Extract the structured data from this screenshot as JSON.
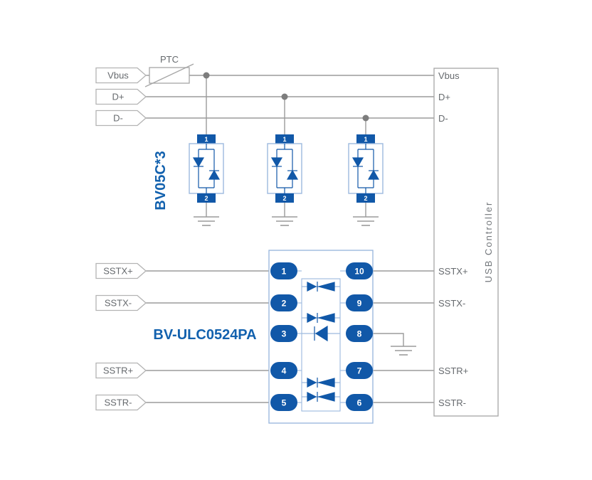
{
  "colors": {
    "accent_blue": "#1158a8",
    "label_blue": "#1261ae",
    "wire_gray": "#9b9b9b",
    "outline_light_blue": "#9cb9de",
    "text_gray": "#666a6e"
  },
  "tags": {
    "vbus": "Vbus",
    "dplus": "D+",
    "dminus": "D-",
    "sstx_p": "SSTX+",
    "sstx_n": "SSTX-",
    "sstr_p": "SSTR+",
    "sstr_n": "SSTR-"
  },
  "ptc": {
    "label": "PTC"
  },
  "tvs": {
    "label": "BV05C*3",
    "pin_top": "1",
    "pin_bottom": "2"
  },
  "ic": {
    "label": "BV-ULC0524PA",
    "left_pins": [
      "1",
      "2",
      "3",
      "4",
      "5"
    ],
    "right_pins": [
      "10",
      "9",
      "8",
      "7",
      "6"
    ]
  },
  "controller": {
    "label": "USB Controller",
    "pins": [
      "Vbus",
      "D+",
      "D-",
      "SSTX+",
      "SSTX-",
      "SSTR+",
      "SSTR-"
    ]
  }
}
